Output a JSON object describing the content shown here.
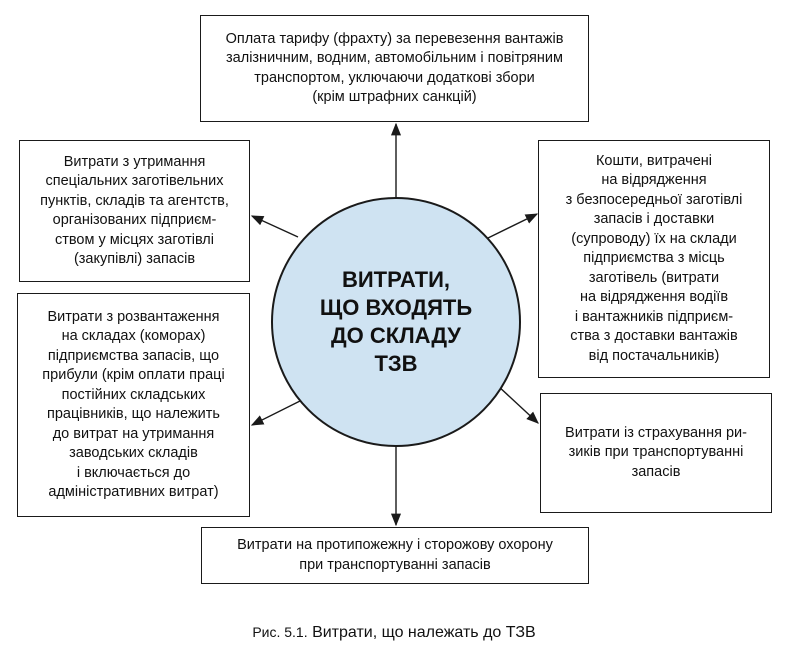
{
  "diagram": {
    "center": "ВИТРАТИ,\nЩО ВХОДЯТЬ\nДО СКЛАДУ\nТЗВ",
    "boxes": {
      "top": "Оплата тарифу (фрахту) за перевезення вантажів\nзалізничним, водним, автомобільним і повітряним\nтранспортом, уключаючи додаткові збори\n(крім штрафних санкцій)",
      "upper_left": "Витрати з утримання\nспеціальних заготівельних\nпунктів, складів та агентств,\nорганізованих підприєм-\nством у місцях заготівлі\n(закупівлі) запасів",
      "lower_left": "Витрати з розвантаження\nна складах (коморах)\nпідприємства запасів, що\nприбули (крім оплати праці\nпостійних складських\nпрацівників, що належить\nдо витрат на утримання\nзаводських складів\nі включається до\nадміністративних витрат)",
      "upper_right": "Кошти, витрачені\nна відрядження\nз безпосередньої заготівлі\nзапасів і доставки\n(супроводу) їх на склади\nпідприємства з місць\nзаготівель (витрати\nна відрядження водіїв\nі вантажників підприєм-\nства з доставки вантажів\nвід постачальників)",
      "lower_right": "Витрати із страхування ри-\nзиків при транспортуванні\nзапасів",
      "bottom": "Витрати на протипожежну і сторожову охорону\nпри транспортуванні запасів"
    },
    "caption_prefix": "Рис. 5.1.",
    "caption_title": "Витрати, що належать до ТЗВ"
  }
}
